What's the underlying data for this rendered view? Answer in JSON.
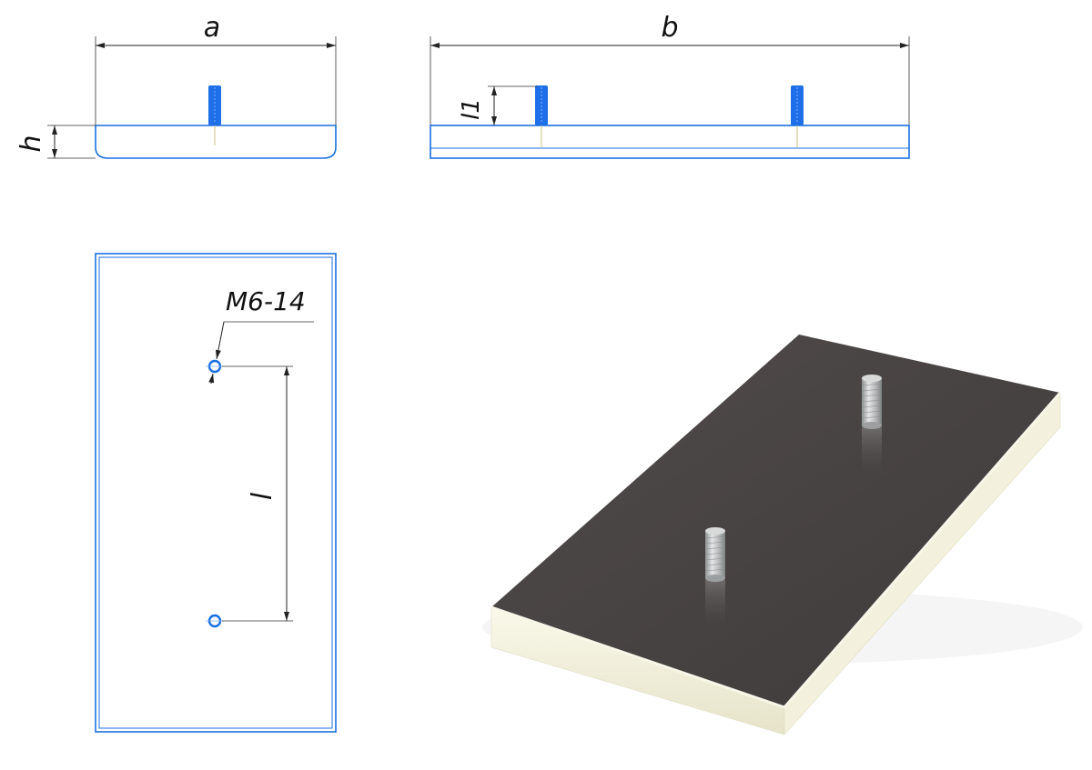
{
  "labels": {
    "width": "a",
    "length": "b",
    "height": "h",
    "stud_height": "l1",
    "stud_spacing": "l",
    "thread": "M6-14"
  },
  "colors": {
    "outline": "#1a6fe0",
    "stud": "#1f6fe8",
    "plate_top": "#4a4545",
    "plate_side": "#f2f0dc",
    "stud_metal": "#b9bcbd"
  }
}
